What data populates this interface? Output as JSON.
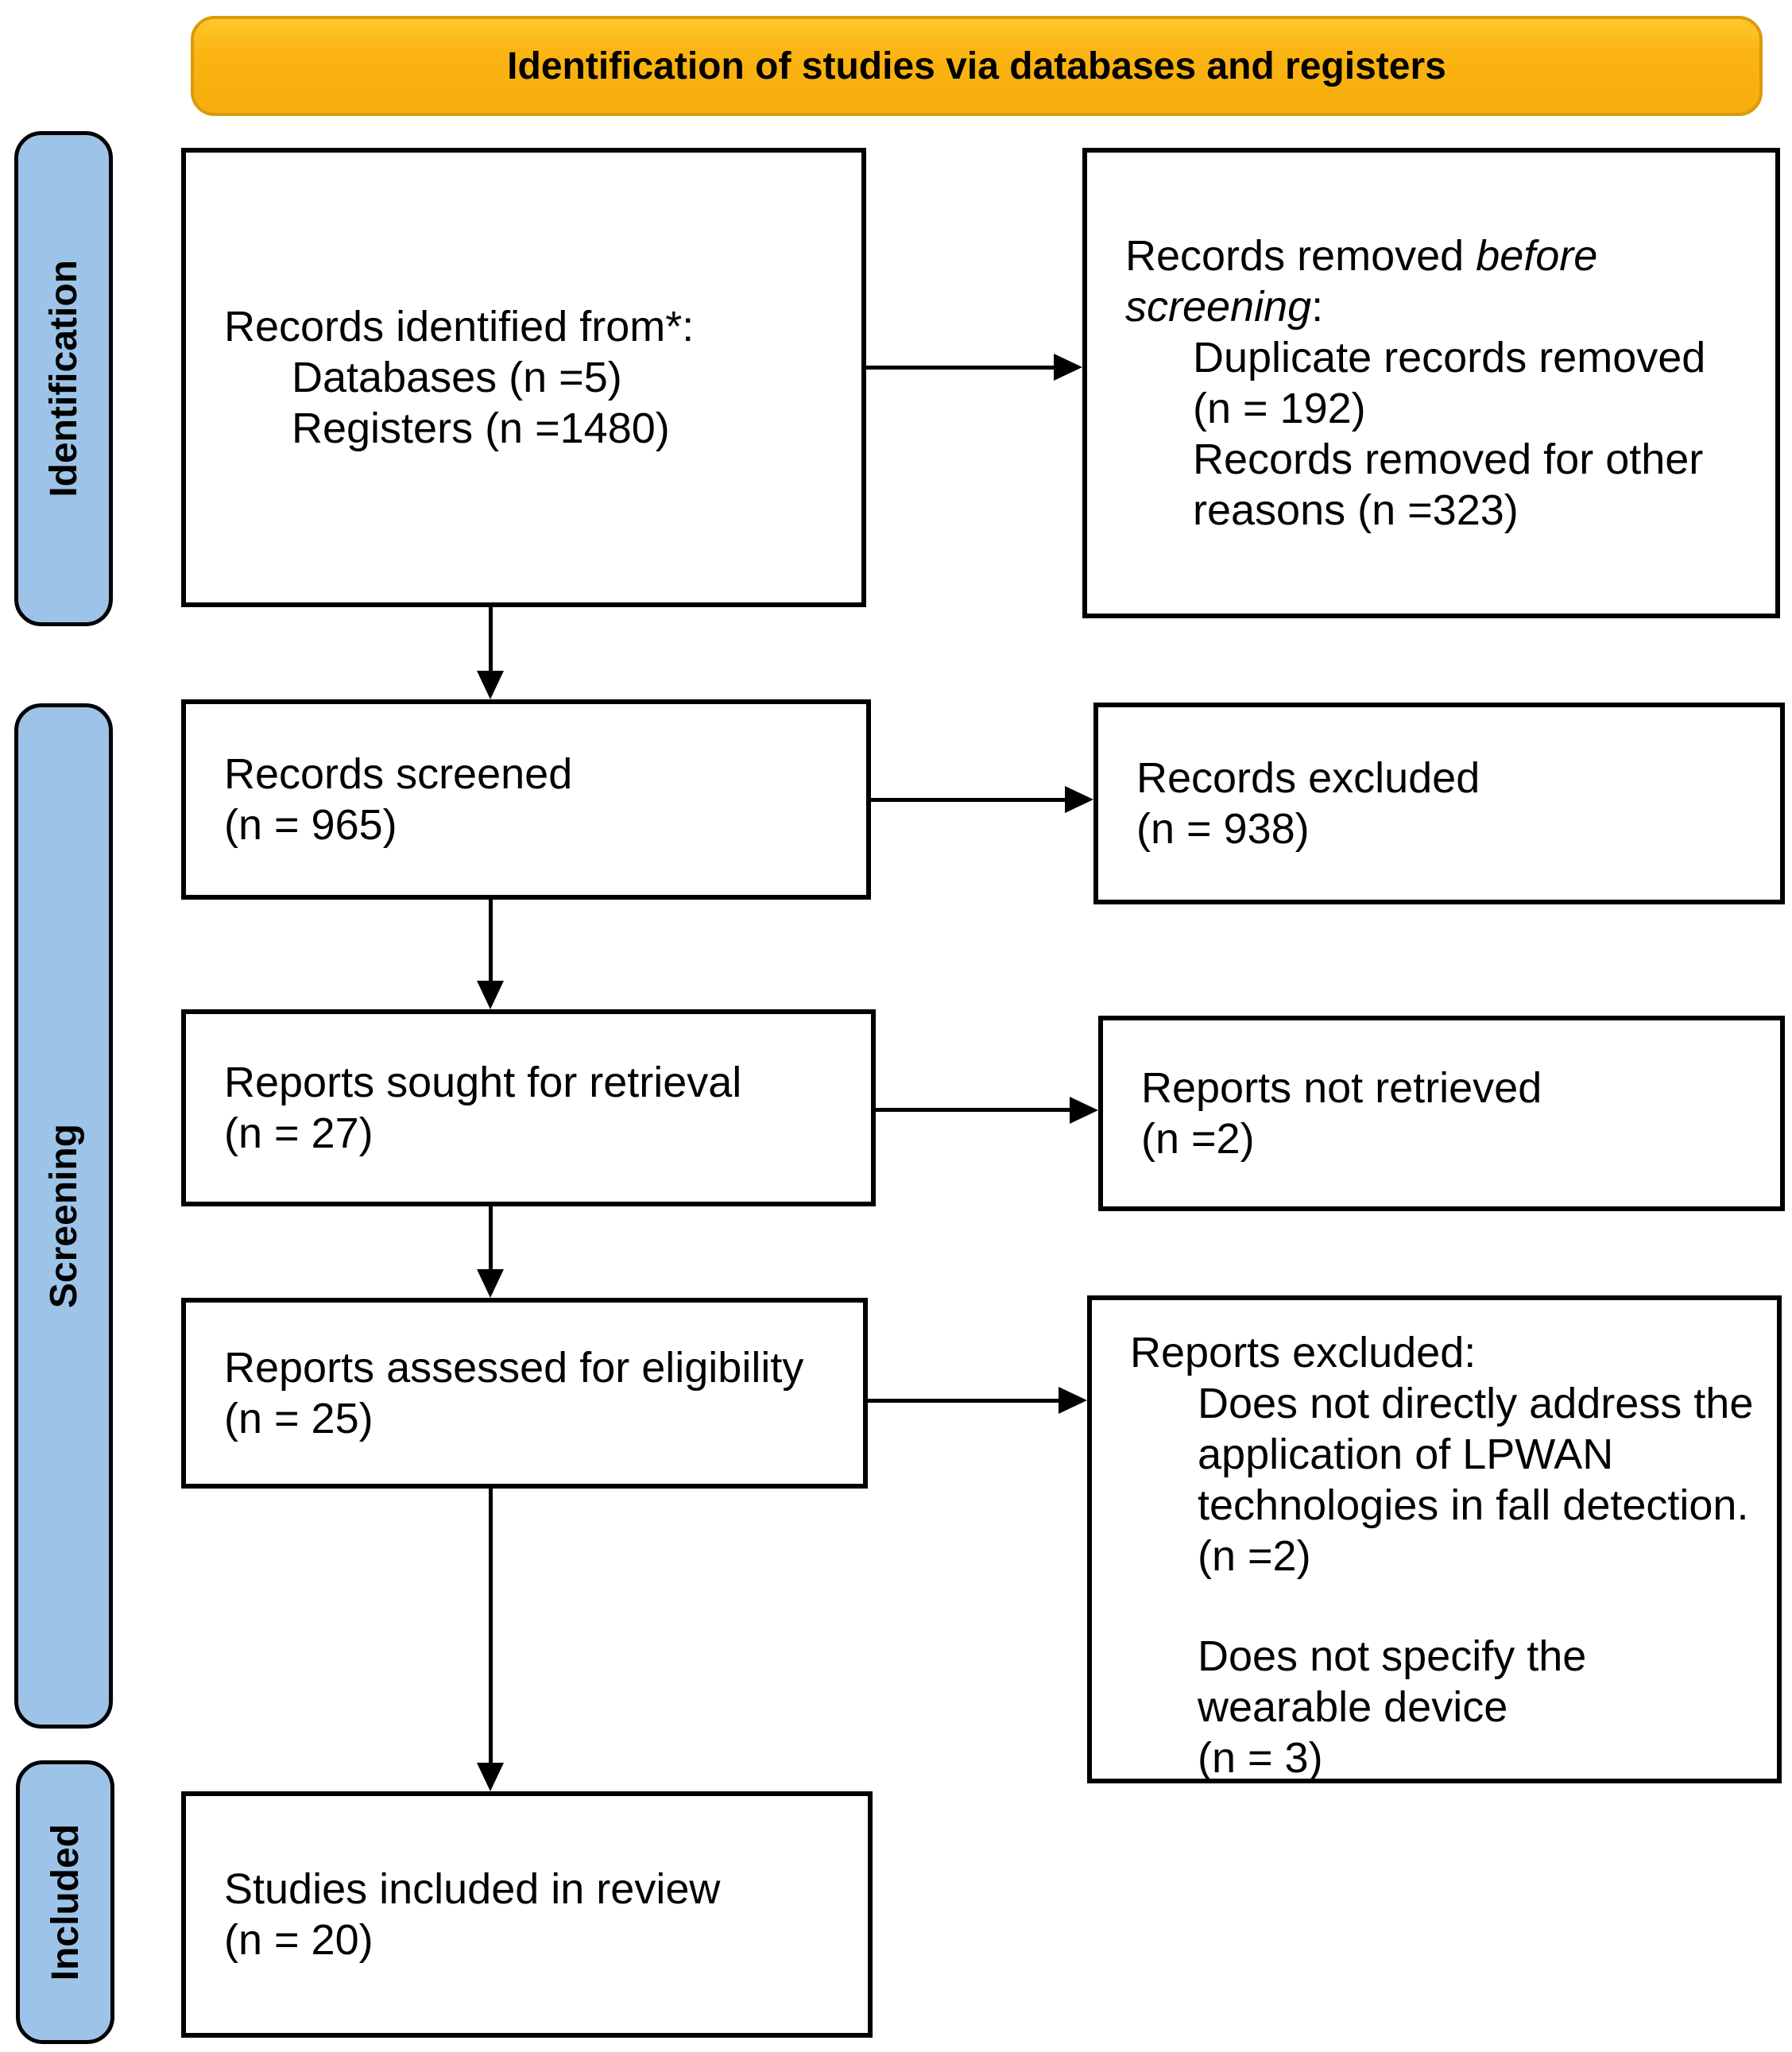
{
  "banner": {
    "title": "Identification of studies via databases and registers"
  },
  "colors": {
    "banner_bg": "#FBB411",
    "banner_border": "#D89B0A",
    "phase_bar_bg": "#9DC4E8",
    "box_border": "#000000"
  },
  "sidebar": {
    "items": [
      {
        "label": "Identification"
      },
      {
        "label": "Screening"
      },
      {
        "label": "Included"
      }
    ]
  },
  "boxes": {
    "records_identified": {
      "lines": [
        "Records identified from*:",
        "Databases (n =5)",
        "Registers (n =1480)"
      ]
    },
    "records_removed": {
      "heading_pre": "Records removed",
      "heading_italic": " before screening",
      "heading_post": ":",
      "lines": [
        "Duplicate records removed",
        "(n = 192)",
        "Records removed for other",
        "reasons (n =323)"
      ]
    },
    "records_screened": {
      "lines": [
        "Records screened",
        "(n = 965)"
      ]
    },
    "records_excluded": {
      "lines": [
        "Records excluded",
        "(n = 938)"
      ]
    },
    "reports_sought": {
      "lines": [
        "Reports sought for retrieval",
        "(n = 27)"
      ]
    },
    "reports_not_retrieved": {
      "lines": [
        "Reports not retrieved",
        "(n =2)"
      ]
    },
    "reports_assessed": {
      "lines": [
        "Reports assessed for eligibility",
        "(n = 25)"
      ]
    },
    "reports_excluded": {
      "heading": "Reports excluded:",
      "lines": [
        "Does not directly address the",
        "application of LPWAN",
        "technologies in fall detection.",
        "(n =2)",
        "Does not specify the",
        "wearable device",
        "(n = 3)"
      ]
    },
    "studies_included": {
      "lines": [
        "Studies included in review",
        "(n = 20)"
      ]
    }
  }
}
